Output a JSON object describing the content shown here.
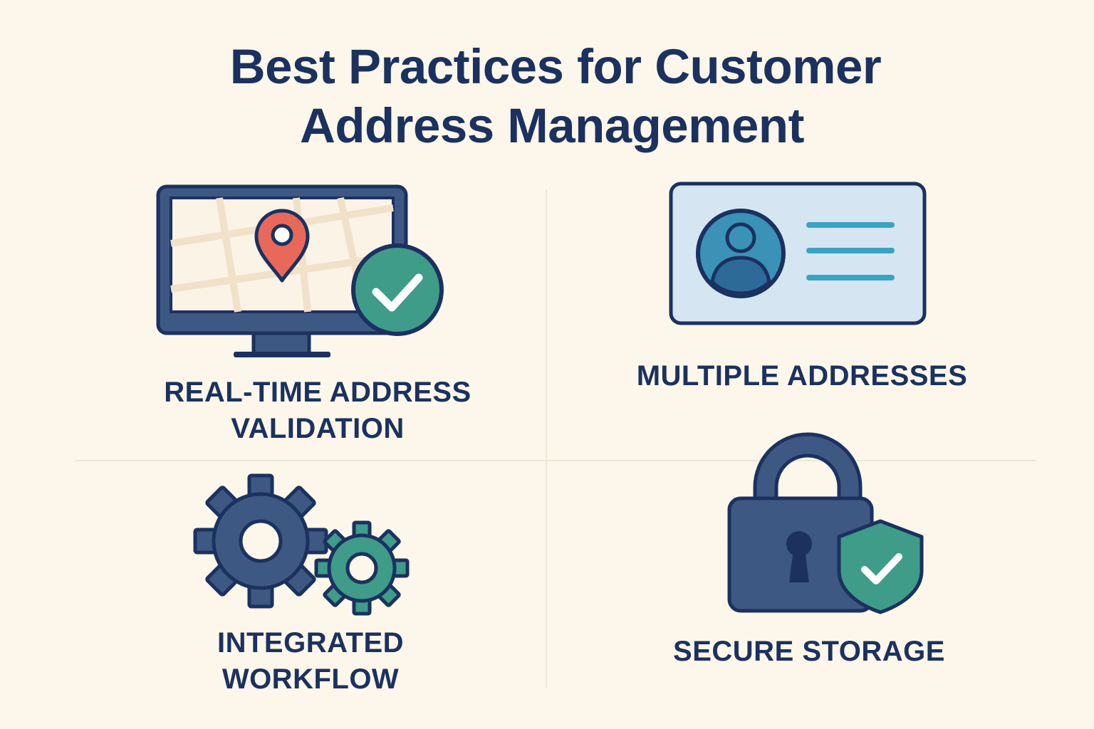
{
  "title": {
    "line1": "Best Practices for Customer",
    "line2": "Address Management"
  },
  "colors": {
    "background": "#fcf7ea",
    "navy": "#1b3160",
    "slate": "#3d5882",
    "teal": "#3e9c88",
    "pin_red": "#e8695a",
    "card_blue": "#d5e6f2",
    "line_blue": "#3aa3c3"
  },
  "practices": [
    {
      "icon": "monitor-map-pin-check-icon",
      "label_line1": "REAL-TIME ADDRESS",
      "label_line2": "VALIDATION"
    },
    {
      "icon": "id-card-icon",
      "label_line1": "MULTIPLE ADDRESSES",
      "label_line2": ""
    },
    {
      "icon": "gears-icon",
      "label_line1": "INTEGRATED",
      "label_line2": "WORKFLOW"
    },
    {
      "icon": "padlock-shield-icon",
      "label_line1": "SECURE STORAGE",
      "label_line2": ""
    }
  ]
}
